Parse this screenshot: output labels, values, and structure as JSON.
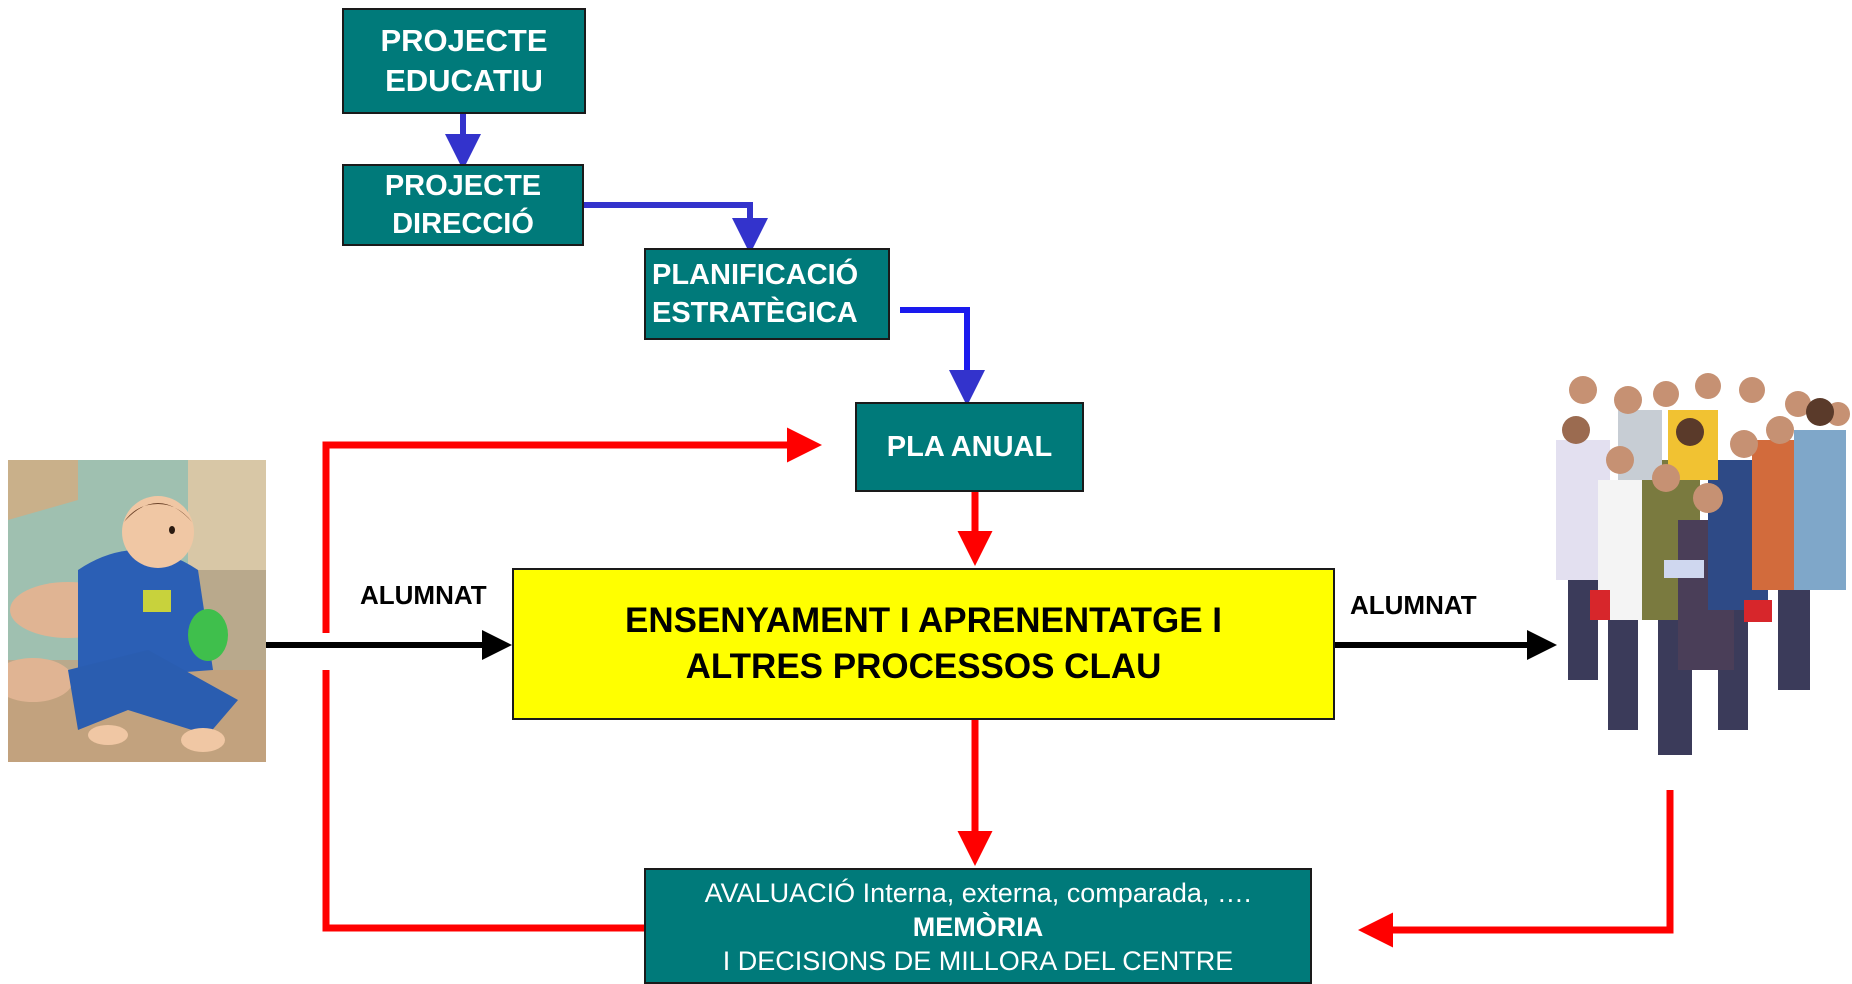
{
  "boxes": {
    "projecte_educatiu": [
      "PROJECTE",
      "EDUCATIU"
    ],
    "projecte_direccio": [
      "PROJECTE",
      "DIRECCIÓ"
    ],
    "planificacio": [
      "PLANIFICACIÓ",
      "ESTRATÈGICA"
    ],
    "pla_anual": "PLA ANUAL",
    "core": [
      "ENSENYAMENT I APRENENTATGE I",
      "ALTRES PROCESSOS CLAU"
    ],
    "avaluacio": {
      "line1": "AVALUACIÓ Interna, externa, comparada, ….",
      "line2": "MEMÒRIA",
      "line3": "I DECISIONS DE MILLORA DEL CENTRE"
    }
  },
  "labels": {
    "input": "ALUMNAT",
    "output": "ALUMNAT"
  },
  "colors": {
    "box_fill": "#007a7a",
    "core_fill": "#ffff00",
    "blue_arrow": "#3333cc",
    "red_arrow": "#ff0000",
    "black_arrow": "#000000"
  }
}
